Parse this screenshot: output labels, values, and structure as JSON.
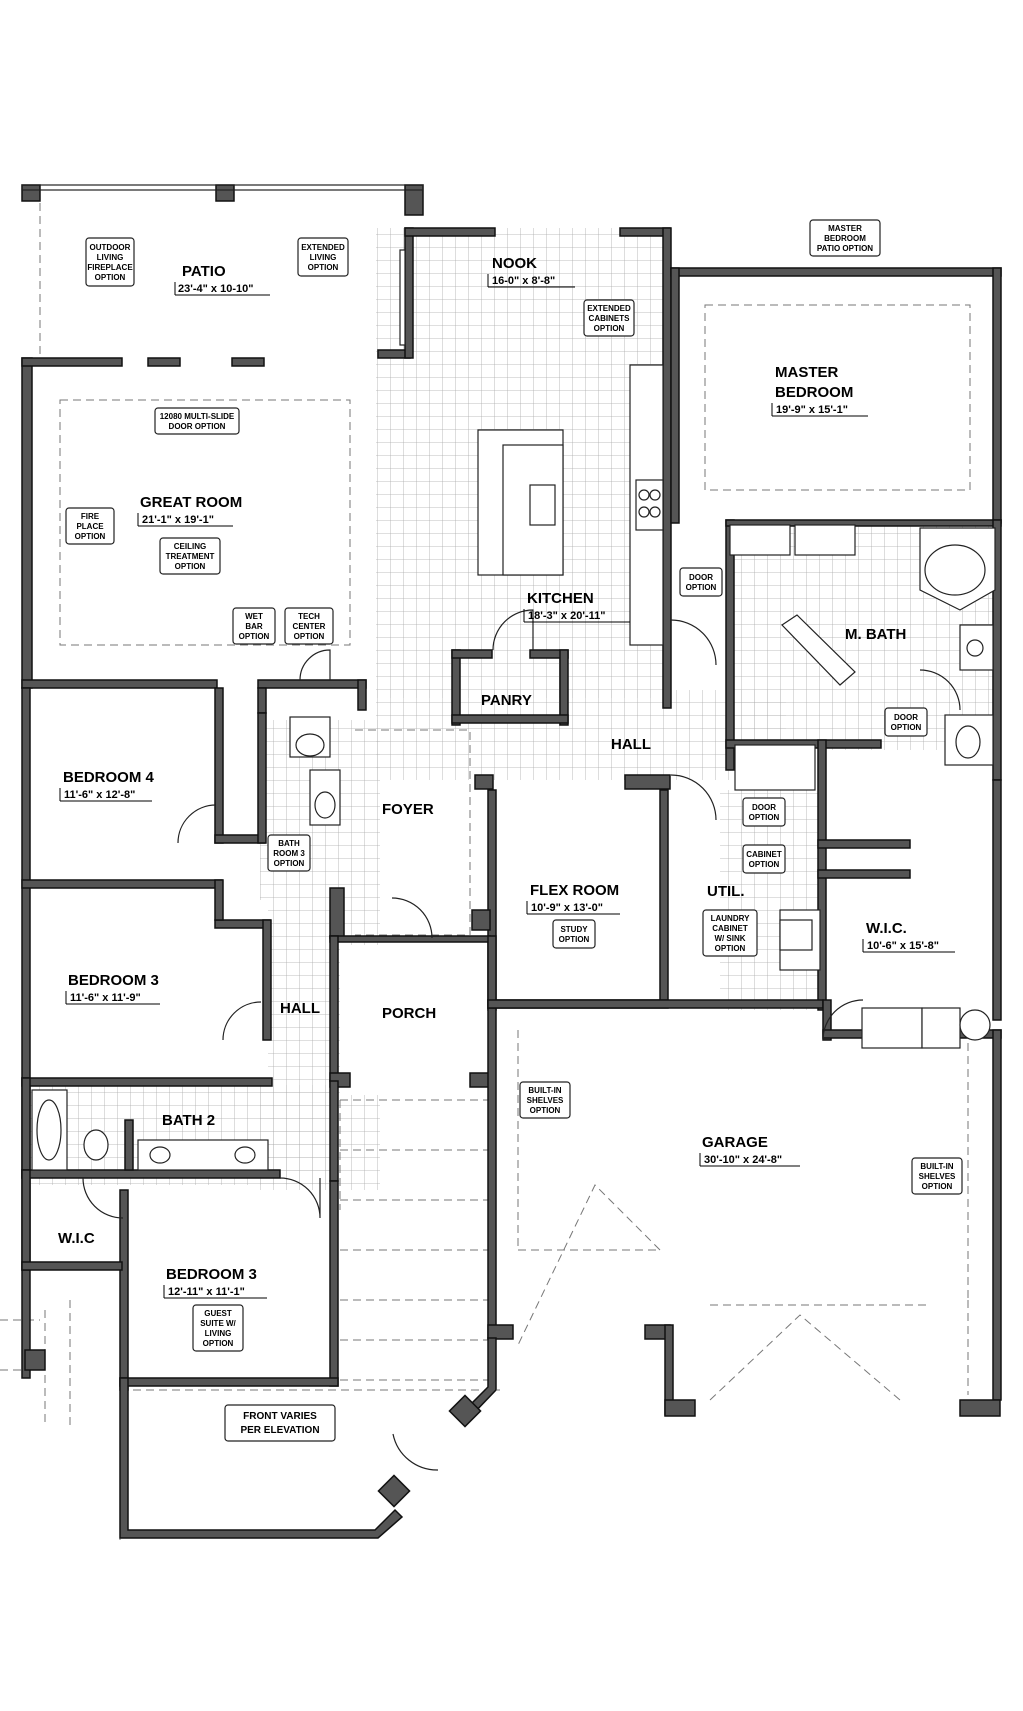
{
  "rooms": {
    "patio": {
      "name": "PATIO",
      "dims": "23'-4\" x 10-10\""
    },
    "nook": {
      "name": "NOOK",
      "dims": "16-0\" x 8'-8\""
    },
    "master_bedroom": {
      "name_line1": "MASTER",
      "name_line2": "BEDROOM",
      "dims": "19'-9\" x 15'-1\""
    },
    "great_room": {
      "name": "GREAT ROOM",
      "dims": "21'-1\" x 19'-1\""
    },
    "kitchen": {
      "name": "KITCHEN",
      "dims": "18'-3\" x 20'-11\""
    },
    "m_bath": {
      "name": "M. BATH"
    },
    "panry": {
      "name": "PANRY"
    },
    "bedroom4": {
      "name": "BEDROOM 4",
      "dims": "11'-6\" x 12'-8\""
    },
    "hall_upper": {
      "name": "HALL"
    },
    "foyer": {
      "name": "FOYER"
    },
    "flex_room": {
      "name": "FLEX ROOM",
      "dims": "10'-9\" x 13'-0\""
    },
    "util": {
      "name": "UTIL."
    },
    "wic_master": {
      "name": "W.I.C.",
      "dims": "10'-6\" x 15'-8\""
    },
    "bedroom3_upper": {
      "name": "BEDROOM 3",
      "dims": "11'-6\" x 11'-9\""
    },
    "hall_lower": {
      "name": "HALL"
    },
    "porch": {
      "name": "PORCH"
    },
    "bath2": {
      "name": "BATH 2"
    },
    "garage": {
      "name": "GARAGE",
      "dims": "30'-10\" x 24'-8\""
    },
    "wic_lower": {
      "name": "W.I.C"
    },
    "bedroom3_lower": {
      "name": "BEDROOM 3",
      "dims": "12'-11\" x 11'-1\""
    }
  },
  "options": {
    "outdoor_fireplace": [
      "OUTDOOR",
      "LIVING",
      "FIREPLACE",
      "OPTION"
    ],
    "extended_living": [
      "EXTENDED",
      "LIVING",
      "OPTION"
    ],
    "master_patio": [
      "MASTER",
      "BEDROOM",
      "PATIO OPTION"
    ],
    "extended_cabinets": [
      "EXTENDED",
      "CABINETS",
      "OPTION"
    ],
    "multi_slide": [
      "12080 MULTI-SLIDE",
      "DOOR OPTION"
    ],
    "fireplace": [
      "FIRE",
      "PLACE",
      "OPTION"
    ],
    "ceiling_treatment": [
      "CEILING",
      "TREATMENT",
      "OPTION"
    ],
    "wet_bar": [
      "WET",
      "BAR",
      "OPTION"
    ],
    "tech_center": [
      "TECH",
      "CENTER",
      "OPTION"
    ],
    "door_option_kitchen": [
      "DOOR",
      "OPTION"
    ],
    "door_option_bath": [
      "DOOR",
      "OPTION"
    ],
    "bath_room3": [
      "BATH",
      "ROOM 3",
      "OPTION"
    ],
    "door_option_util": [
      "DOOR",
      "OPTION"
    ],
    "cabinet_option": [
      "CABINET",
      "OPTION"
    ],
    "laundry_cabinet": [
      "LAUNDRY",
      "CABINET",
      "W/ SINK",
      "OPTION"
    ],
    "study_option": [
      "STUDY",
      "OPTION"
    ],
    "builtin_left": [
      "BUILT-IN",
      "SHELVES",
      "OPTION"
    ],
    "builtin_right": [
      "BUILT-IN",
      "SHELVES",
      "OPTION"
    ],
    "guest_suite": [
      "GUEST",
      "SUITE W/",
      "LIVING",
      "OPTION"
    ]
  },
  "front_note": [
    "FRONT VARIES",
    "PER ELEVATION"
  ]
}
